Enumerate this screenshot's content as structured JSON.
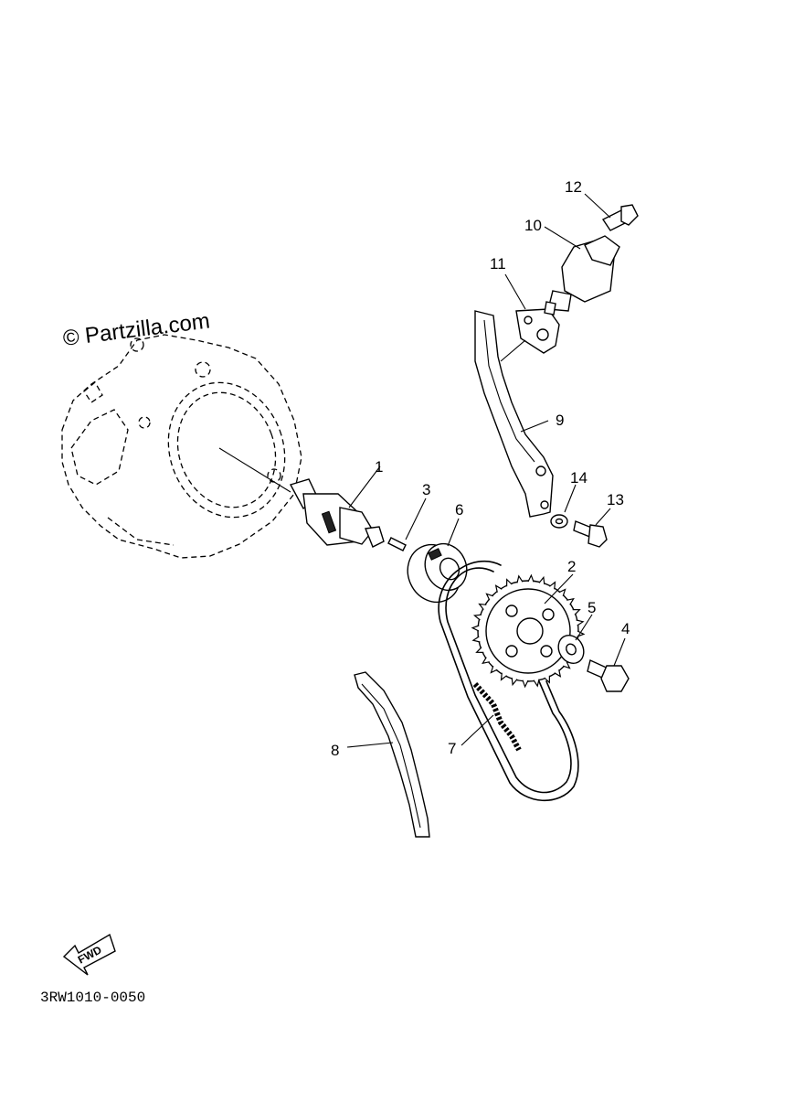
{
  "watermark": "© Partzilla.com",
  "diagram_code": "3RW1010-0050",
  "fwd_label": "FWD",
  "callouts": {
    "c1": "1",
    "c2": "2",
    "c3": "3",
    "c4": "4",
    "c5": "5",
    "c6": "6",
    "c7": "7",
    "c8": "8",
    "c9": "9",
    "c10": "10",
    "c11": "11",
    "c12": "12",
    "c13": "13",
    "c14": "14"
  }
}
